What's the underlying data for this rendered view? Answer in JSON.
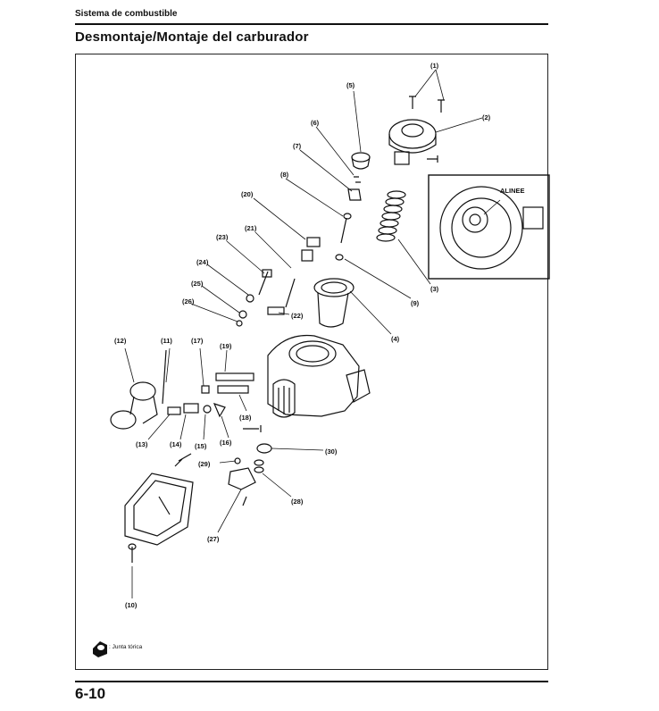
{
  "header": {
    "section": "Sistema de combustible",
    "title": "Desmontaje/Montaje del carburador"
  },
  "diagram": {
    "callouts": [
      "(1)",
      "(2)",
      "(3)",
      "(4)",
      "(5)",
      "(6)",
      "(7)",
      "(8)",
      "(9)",
      "(10)",
      "(11)",
      "(12)",
      "(13)",
      "(14)",
      "(15)",
      "(16)",
      "(17)",
      "(18)",
      "(19)",
      "(20)",
      "(21)",
      "(22)",
      "(23)",
      "(24)",
      "(25)",
      "(26)",
      "(27)",
      "(28)",
      "(29)",
      "(30)"
    ],
    "inset_label": "ALINEE"
  },
  "legend": {
    "icon": "o-ring-icon",
    "text": ": Junta tórica"
  },
  "footer": {
    "page_number": "6-10"
  }
}
